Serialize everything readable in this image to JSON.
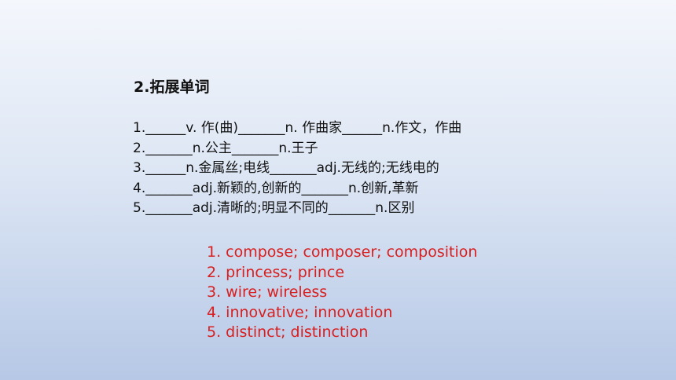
{
  "heading": "2.拓展单词",
  "exercise_lines": [
    "1.______v. 作(曲)_______n. 作曲家______n.作文，作曲",
    "2._______n.公主_______n.王子",
    "3.______n.金属丝;电线_______adj.无线的;无线电的",
    "4._______adj.新颖的,创新的_______n.创新,革新",
    "5._______adj.清晰的;明显不同的_______n.区别"
  ],
  "answer_lines": [
    "1. compose; composer; composition",
    "2. princess; prince",
    "3. wire; wireless",
    "4. innovative; innovation",
    "5. distinct; distinction"
  ],
  "colors": {
    "answer_text": "#d81e1e",
    "body_text": "#111111",
    "background_top": "#f4f7fc",
    "background_bottom": "#b6c8e6"
  }
}
